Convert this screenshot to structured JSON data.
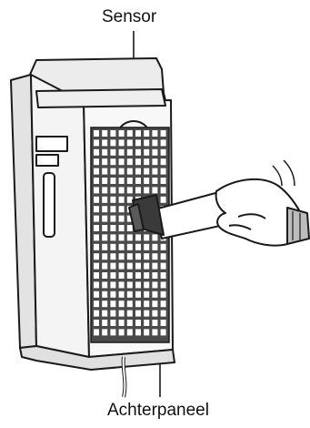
{
  "labels": {
    "sensor": "Sensor",
    "back_panel": "Achterpaneel"
  },
  "colors": {
    "line": "#1a1a1a",
    "device_fill": "#f2f2f2",
    "device_shadow": "#d9d9d9",
    "grille_fill": "#4a4a4a",
    "grille_hole": "#ffffff",
    "brush_head": "#3a3a3a",
    "brush_bristles": "#5a5a5a",
    "hand_fill": "#ffffff",
    "cuff_fill": "#bdbdbd"
  },
  "icons": [
    "air-purifier",
    "vacuum-brush-nozzle",
    "hand",
    "sensor-grille"
  ]
}
